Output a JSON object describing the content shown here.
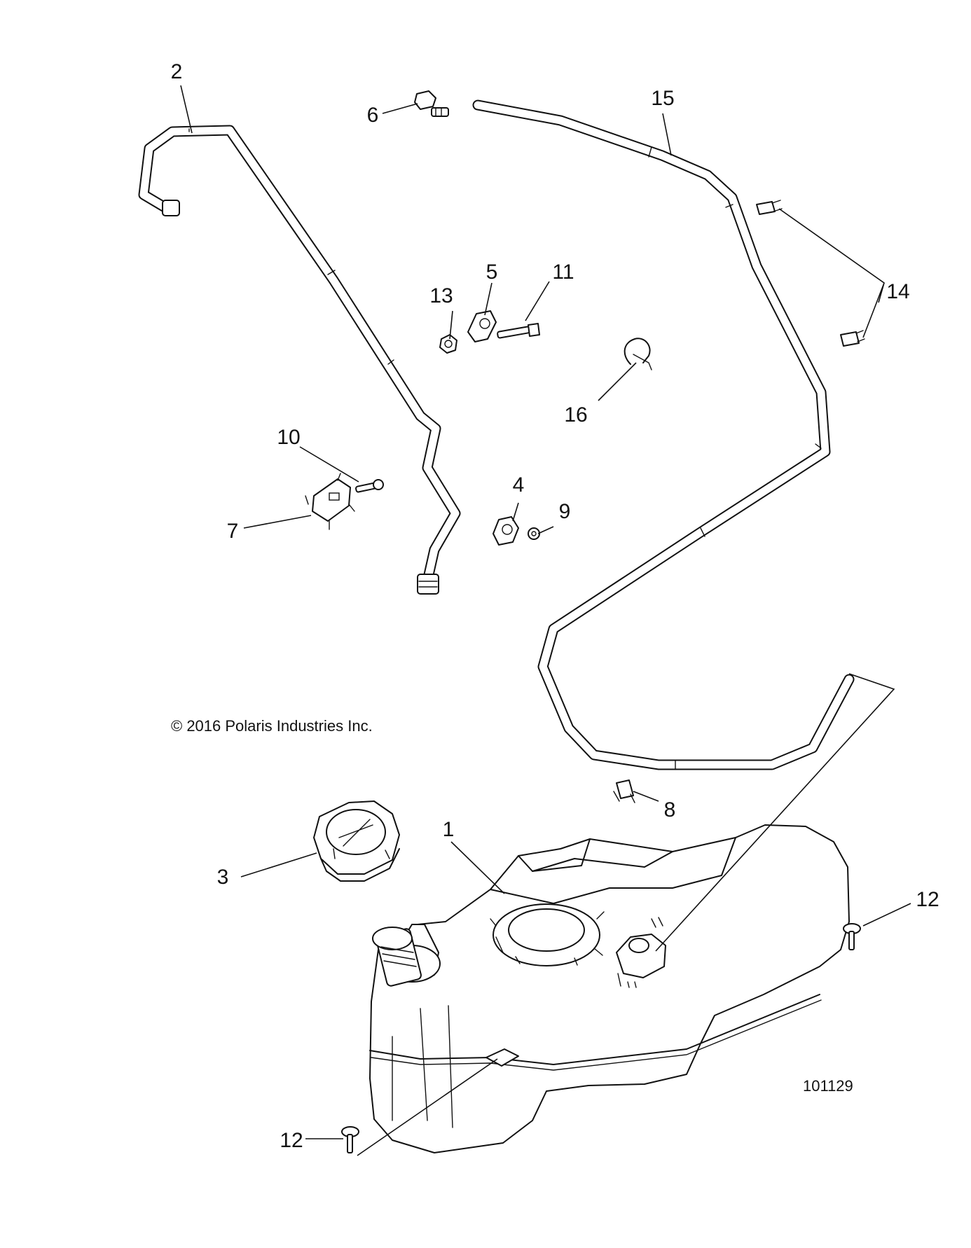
{
  "copyright": "© 2016 Polaris Industries Inc.",
  "figure_id": "101129",
  "callouts": {
    "c1": "1",
    "c2": "2",
    "c3": "3",
    "c4": "4",
    "c5": "5",
    "c6": "6",
    "c7": "7",
    "c8": "8",
    "c9": "9",
    "c10": "10",
    "c11": "11",
    "c12a": "12",
    "c12b": "12",
    "c13": "13",
    "c14": "14",
    "c15": "15",
    "c16": "16"
  }
}
